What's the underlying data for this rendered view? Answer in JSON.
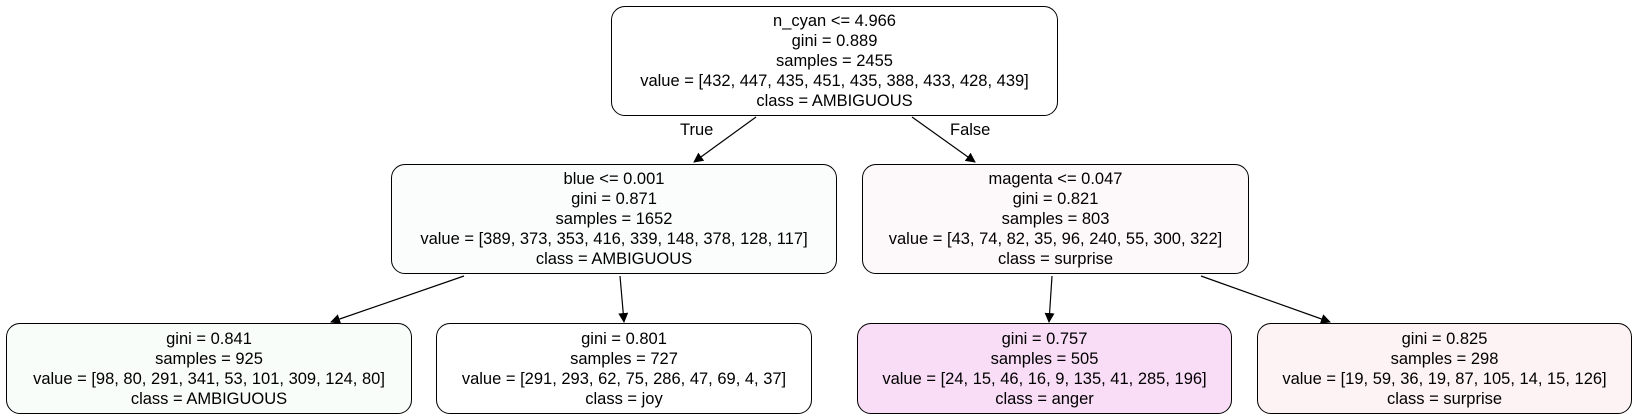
{
  "tree": {
    "root": {
      "split": "n_cyan <= 4.966",
      "gini": "gini = 0.889",
      "samples": "samples = 2455",
      "value": "value = [432, 447, 435, 451, 435, 388, 433, 428, 439]",
      "class": "class = AMBIGUOUS",
      "fill": "#ffffff"
    },
    "edges": {
      "true_label": "True",
      "false_label": "False"
    },
    "left": {
      "split": "blue <= 0.001",
      "gini": "gini = 0.871",
      "samples": "samples = 1652",
      "value": "value = [389, 373, 353, 416, 339, 148, 378, 128, 117]",
      "class": "class = AMBIGUOUS",
      "fill": "#fbfdfc"
    },
    "right": {
      "split": "magenta <= 0.047",
      "gini": "gini = 0.821",
      "samples": "samples = 803",
      "value": "value = [43, 74, 82, 35, 96, 240, 55, 300, 322]",
      "class": "class = surprise",
      "fill": "#fdf8f9"
    },
    "leaf_ll": {
      "gini": "gini = 0.841",
      "samples": "samples = 925",
      "value": "value = [98, 80, 291, 341, 53, 101, 309, 124, 80]",
      "class": "class = AMBIGUOUS",
      "fill": "#f8fdf9"
    },
    "leaf_lr": {
      "gini": "gini = 0.801",
      "samples": "samples = 727",
      "value": "value = [291, 293, 62, 75, 286, 47, 69, 4, 37]",
      "class": "class = joy",
      "fill": "#ffffff"
    },
    "leaf_rl": {
      "gini": "gini = 0.757",
      "samples": "samples = 505",
      "value": "value = [24, 15, 46, 16, 9, 135, 41, 285, 196]",
      "class": "class = anger",
      "fill": "#f9dcf6"
    },
    "leaf_rr": {
      "gini": "gini = 0.825",
      "samples": "samples = 298",
      "value": "value = [19, 59, 36, 19, 87, 105, 14, 15, 126]",
      "class": "class = surprise",
      "fill": "#fdf3f5"
    }
  }
}
